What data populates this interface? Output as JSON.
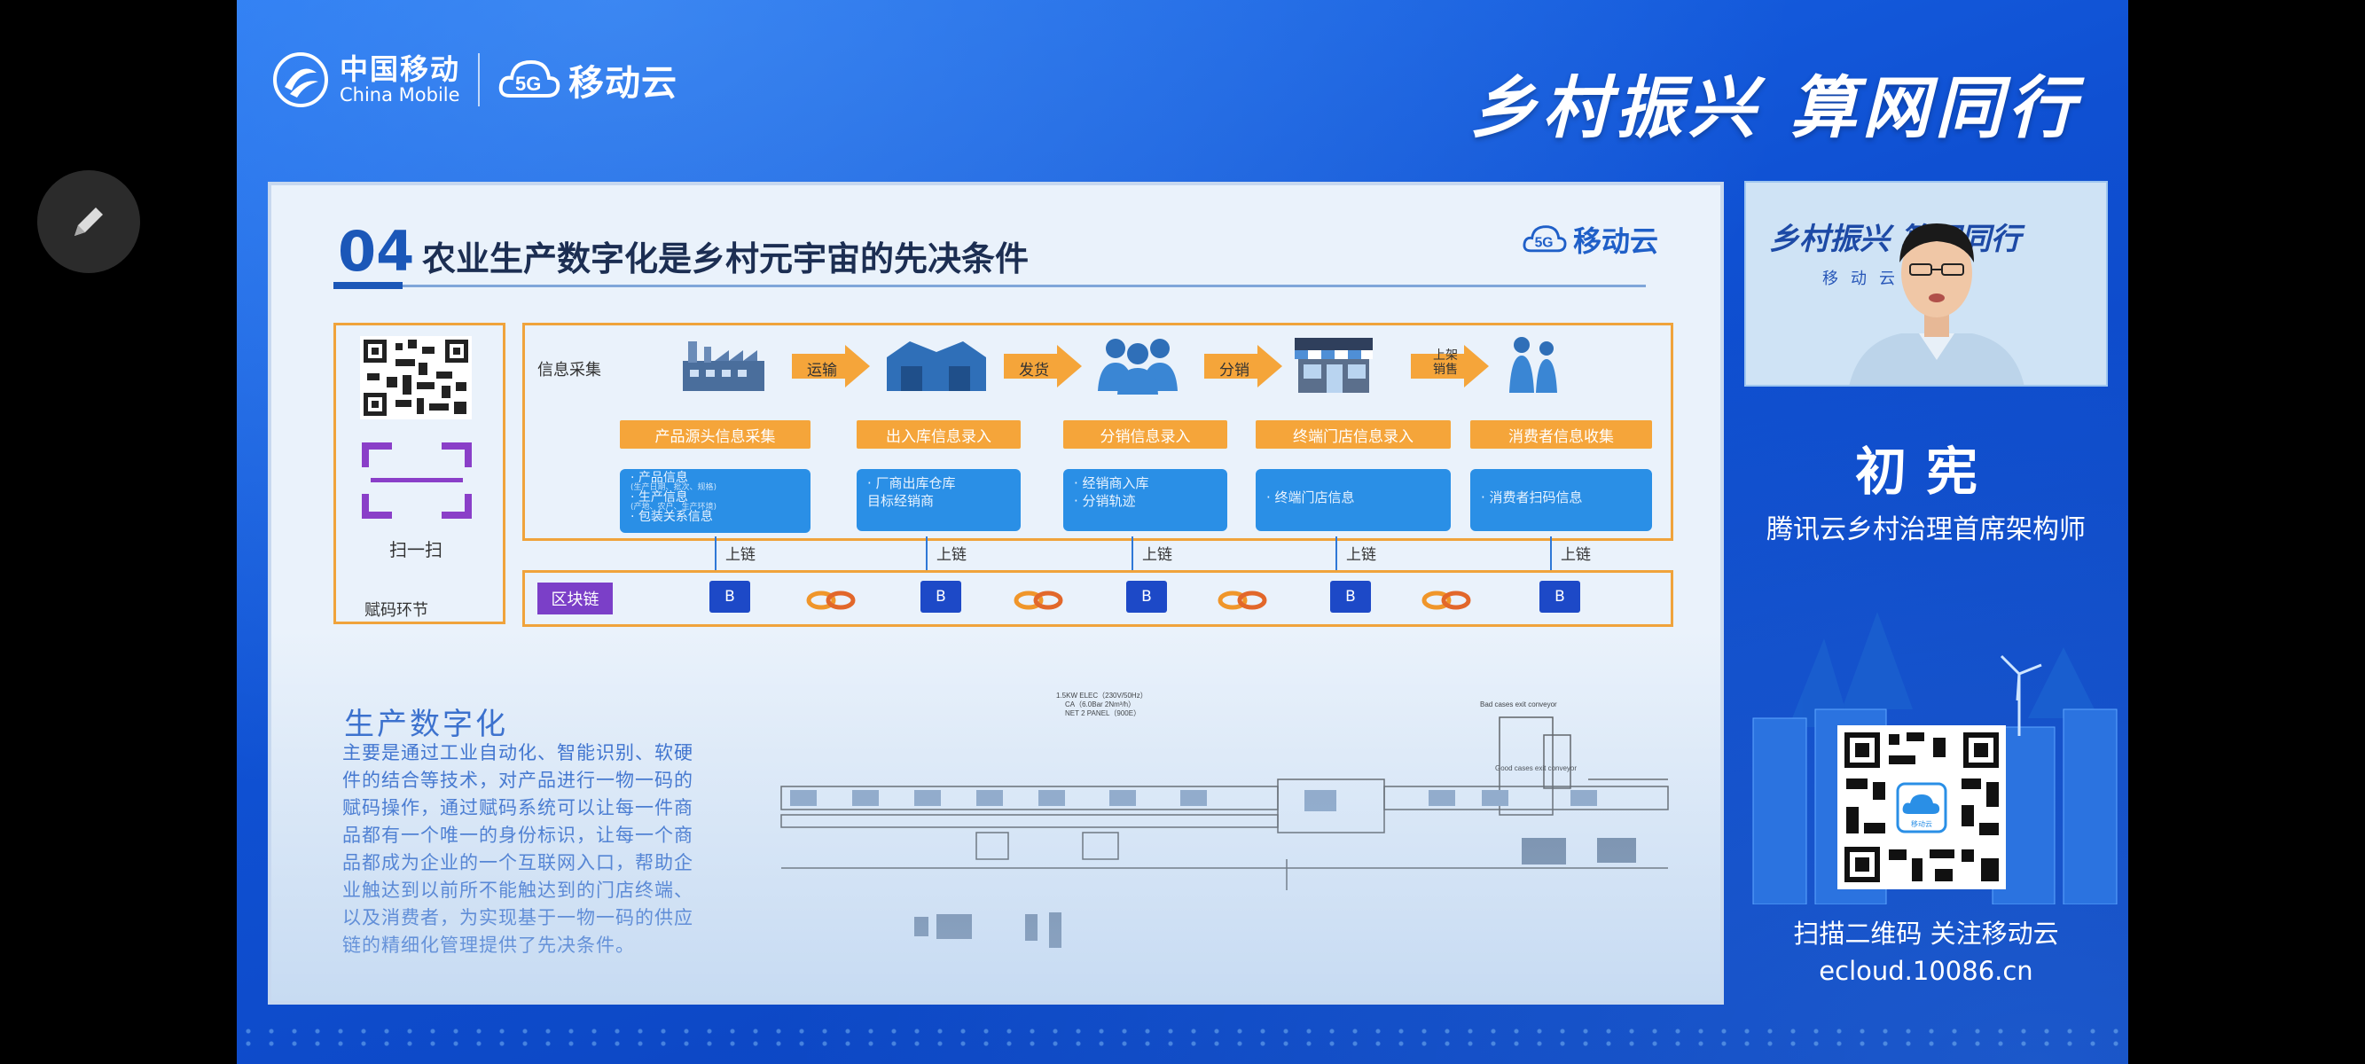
{
  "header": {
    "brand_cn": "中国移动",
    "brand_en": "China Mobile",
    "cloud_badge": "5G",
    "cloud_name": "移动云",
    "slogan": "乡村振兴 算网同行"
  },
  "slide": {
    "number": "04",
    "title": "农业生产数字化是乡村元宇宙的先决条件",
    "logo_badge": "5G",
    "logo_text": "移动云",
    "left_panel": {
      "scan_label": "扫一扫",
      "coding_label": "赋码环节"
    },
    "info_label": "信息采集",
    "arrows": [
      "运输",
      "发货",
      "分销",
      "上架\n销售"
    ],
    "stages": [
      {
        "bar": "产品源头信息采集",
        "content": [
          "· 产品信息",
          "(生产日期、批次、规格)",
          "· 生产信息",
          "(产地、农户、生产环境)",
          "· 包装关系信息"
        ]
      },
      {
        "bar": "出入库信息录入",
        "content": [
          "· 厂商出库仓库",
          "目标经销商"
        ]
      },
      {
        "bar": "分销信息录入",
        "content": [
          "· 经销商入库",
          "· 分销轨迹"
        ]
      },
      {
        "bar": "终端门店信息录入",
        "content": [
          "· 终端门店信息"
        ]
      },
      {
        "bar": "消费者信息收集",
        "content": [
          "· 消费者扫码信息"
        ]
      }
    ],
    "chain_up_label": "上链",
    "blockchain_label": "区块链",
    "block_label": "B",
    "production_title": "生产数字化",
    "production_body": "主要是通过工业自动化、智能识别、软硬件的结合等技术，对产品进行一物一码的赋码操作，通过赋码系统可以让每一件商品都有一个唯一的身份标识，让每一个商品都成为企业的一个互联网入口，帮助企业触达到以前所不能触达到的门店终端、以及消费者，为实现基于一物一码的供应链的精细化管理提供了先决条件。",
    "diagram": {
      "spec_lines": [
        "1.5KW ELEC（230V/50Hz）",
        "CA（6.0Bar 2Nm³/h）",
        "NET 2 PANEL（900E）"
      ],
      "conveyor_top": "Bad cases exit conveyor",
      "conveyor_mid": "Good cases exit conveyor"
    }
  },
  "speaker": {
    "video_slogan": "乡村振兴 算网同行",
    "video_sub": "移动云沙龙",
    "name": "初宪",
    "title": "腾讯云乡村治理首席架构师",
    "qr_logo": "移动云"
  },
  "footer": {
    "scan_text": "扫描二维码 关注移动云",
    "url": "ecloud.10086.cn"
  },
  "colors": {
    "background": "#1559dc",
    "accent_orange": "#f5a53a",
    "content_blue": "#2a8fe6",
    "blockchain_purple": "#7b3fc8",
    "title_blue": "#1b57b8"
  },
  "icons": [
    "edit-icon",
    "china-mobile-logo-icon",
    "cloud-5g-icon",
    "qr-code-icon",
    "scan-frame-icon",
    "factory-icon",
    "warehouse-icon",
    "people-icon",
    "storefront-icon",
    "family-icon",
    "chain-link-icon",
    "wind-turbine-icon"
  ]
}
